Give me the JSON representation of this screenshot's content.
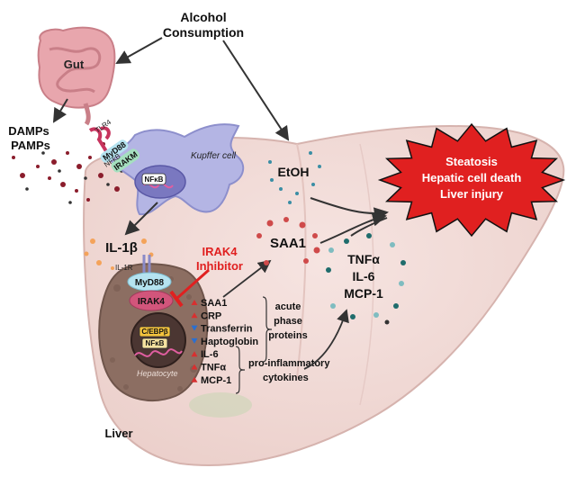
{
  "labels": {
    "alcohol_line1": "Alcohol",
    "alcohol_line2": "Consumption",
    "gut": "Gut",
    "damps": "DAMPs",
    "pamps": "PAMPs",
    "tlr4": "TLR4",
    "myd88_kupffer": "MyD88",
    "irakm": "IRAKM",
    "nfkb_left": "NFκB",
    "kupffer_cell": "Kupffer cell",
    "nfkb_kupffer": "NFκB",
    "etoh": "EtOH",
    "il1b": "IL-1β",
    "il1r": "IL-1R",
    "myd88_hep": "MyD88",
    "irak4": "IRAK4",
    "irak4_inhibitor_line1": "IRAK4",
    "irak4_inhibitor_line2": "Inhibitor",
    "saa1_liver": "SAA1",
    "cebpb": "C/EBPβ",
    "nfkb_hep": "NFκB",
    "hepatocyte": "Hepatocyte",
    "liver": "Liver",
    "tnfa_liver": "TNFα",
    "il6_liver": "IL-6",
    "mcp1_liver": "MCP-1",
    "outcome_line1": "Steatosis",
    "outcome_line2": "Hepatic cell death",
    "outcome_line3": "Liver injury",
    "acute_line1": "acute",
    "acute_line2": "phase",
    "acute_line3": "proteins",
    "proinf_line1": "pro-inflammatory",
    "proinf_line2": "cytokines"
  },
  "gene_list": [
    {
      "name": "SAA1",
      "direction": "up"
    },
    {
      "name": "CRP",
      "direction": "up"
    },
    {
      "name": "Transferrin",
      "direction": "down"
    },
    {
      "name": "Haptoglobin",
      "direction": "down"
    },
    {
      "name": "IL-6",
      "direction": "up"
    },
    {
      "name": "TNFα",
      "direction": "up"
    },
    {
      "name": "MCP-1",
      "direction": "up"
    }
  ],
  "colors": {
    "liver": "#f3dcd8",
    "liver_stroke": "#d9b7b2",
    "kupffer": "#b7b8e6",
    "hepatocyte": "#8d6f63",
    "nucleus": "#4a3532",
    "starburst": "#e02020",
    "inhibitor_text": "#e02020",
    "up_arrow": "#d83030",
    "down_arrow": "#2a6fd1",
    "myd88": "#b5e3f0",
    "irak4": "#d2557b",
    "irakm": "#a5e0bf"
  }
}
